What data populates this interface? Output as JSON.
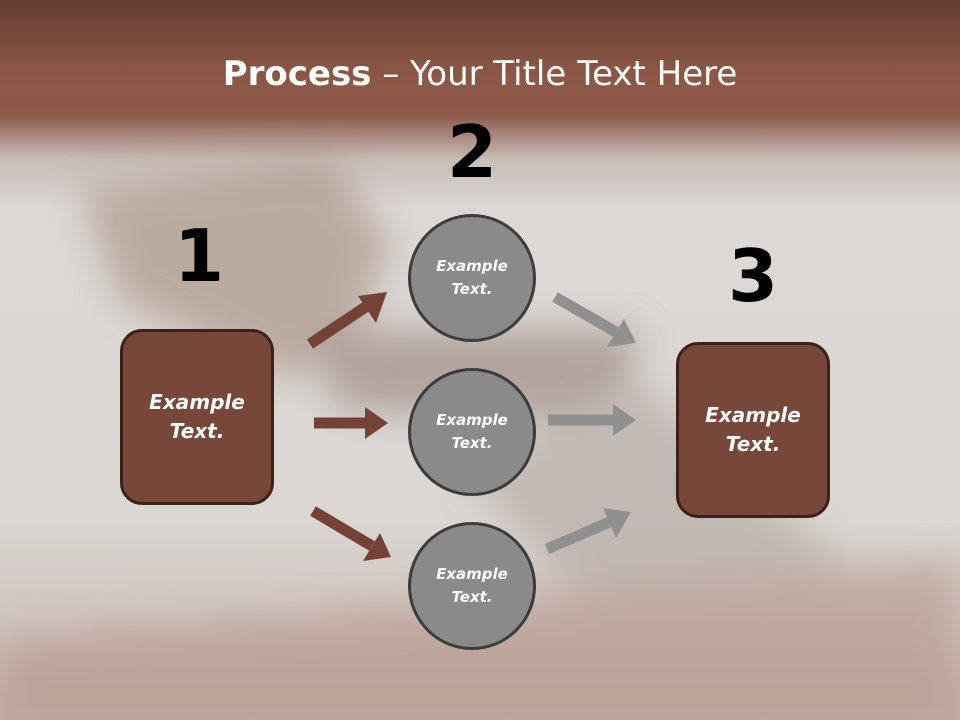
{
  "title": {
    "bold": "Process",
    "rest": " – Your Title Text Here"
  },
  "steps": {
    "one": "1",
    "two": "2",
    "three": "3"
  },
  "left_box": {
    "label": "Example Text."
  },
  "circles": [
    {
      "label": "Example Text."
    },
    {
      "label": "Example Text."
    },
    {
      "label": "Example Text."
    }
  ],
  "right_box": {
    "label": "Example Text."
  },
  "colors": {
    "box_fill": "#774739",
    "arrow_brown": "#754236",
    "arrow_gray": "#909090",
    "circle_fill": "#8a8a8a"
  }
}
